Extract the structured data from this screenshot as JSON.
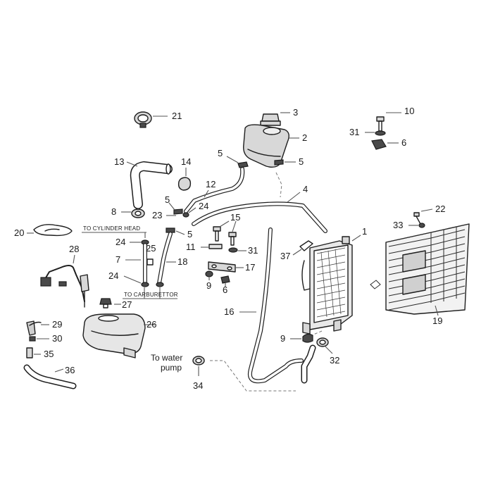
{
  "callouts": {
    "n1": "1",
    "n2": "2",
    "n3": "3",
    "n4": "4",
    "n5a": "5",
    "n5b": "5",
    "n5c": "5",
    "n5d": "5",
    "n6a": "6",
    "n6b": "6",
    "n7": "7",
    "n8": "8",
    "n9a": "9",
    "n9b": "9",
    "n10": "10",
    "n11": "11",
    "n12": "12",
    "n13": "13",
    "n14": "14",
    "n15": "15",
    "n16": "16",
    "n17": "17",
    "n18": "18",
    "n19": "19",
    "n20": "20",
    "n21": "21",
    "n22": "22",
    "n23": "23",
    "n24a": "24",
    "n24b": "24",
    "n24c": "24",
    "n25": "25",
    "n26": "26",
    "n27": "27",
    "n28": "28",
    "n29": "29",
    "n30": "30",
    "n31a": "31",
    "n31b": "31",
    "n32": "32",
    "n33": "33",
    "n34": "34",
    "n35": "35",
    "n36": "36",
    "n37": "37"
  },
  "annotations": {
    "to_cylinder_head": "TO CYLINDER HEAD",
    "to_carburettor": "TO CARBURETTOR",
    "to_water_pump_line1": "To water",
    "to_water_pump_line2": "pump"
  }
}
